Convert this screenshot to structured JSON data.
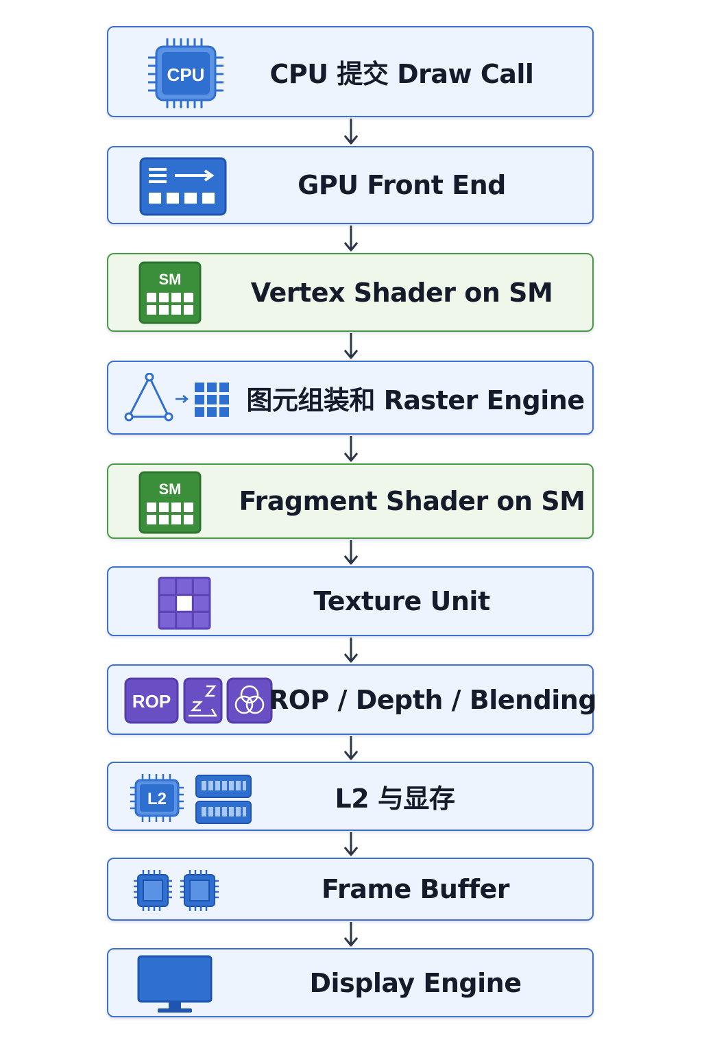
{
  "stages": [
    {
      "label": "CPU 提交 Draw Call",
      "icon": "cpu-chip-icon",
      "icon_text": "CPU"
    },
    {
      "label": "GPU Front End",
      "icon": "command-queue-icon"
    },
    {
      "label": "Vertex Shader on SM",
      "icon": "sm-grid-icon",
      "icon_text": "SM"
    },
    {
      "label": "图元组装和 Raster Engine",
      "icon": "triangle-to-pixels-icon"
    },
    {
      "label": "Fragment Shader on SM",
      "icon": "sm-grid-icon",
      "icon_text": "SM"
    },
    {
      "label": "Texture Unit",
      "icon": "texture-grid-icon"
    },
    {
      "label": "ROP / Depth / Blending",
      "icon": "rop-depth-blend-icons",
      "icon_text": "ROP"
    },
    {
      "label": "L2 与显存",
      "icon": "l2-cache-memory-icon",
      "icon_text": "L2"
    },
    {
      "label": "Frame Buffer",
      "icon": "frame-buffer-chips-icon"
    },
    {
      "label": "Display Engine",
      "icon": "monitor-icon"
    }
  ],
  "colors": {
    "blue_border": "#3f6fd1",
    "blue_fill": "#eef4fd",
    "green_border": "#4a9a45",
    "green_fill": "#eef7e9",
    "icon_blue": "#2f6fd0",
    "icon_green": "#3c8f3a",
    "icon_purple": "#6a4fc4",
    "arrow": "#2b3647",
    "text": "#141c2c"
  }
}
